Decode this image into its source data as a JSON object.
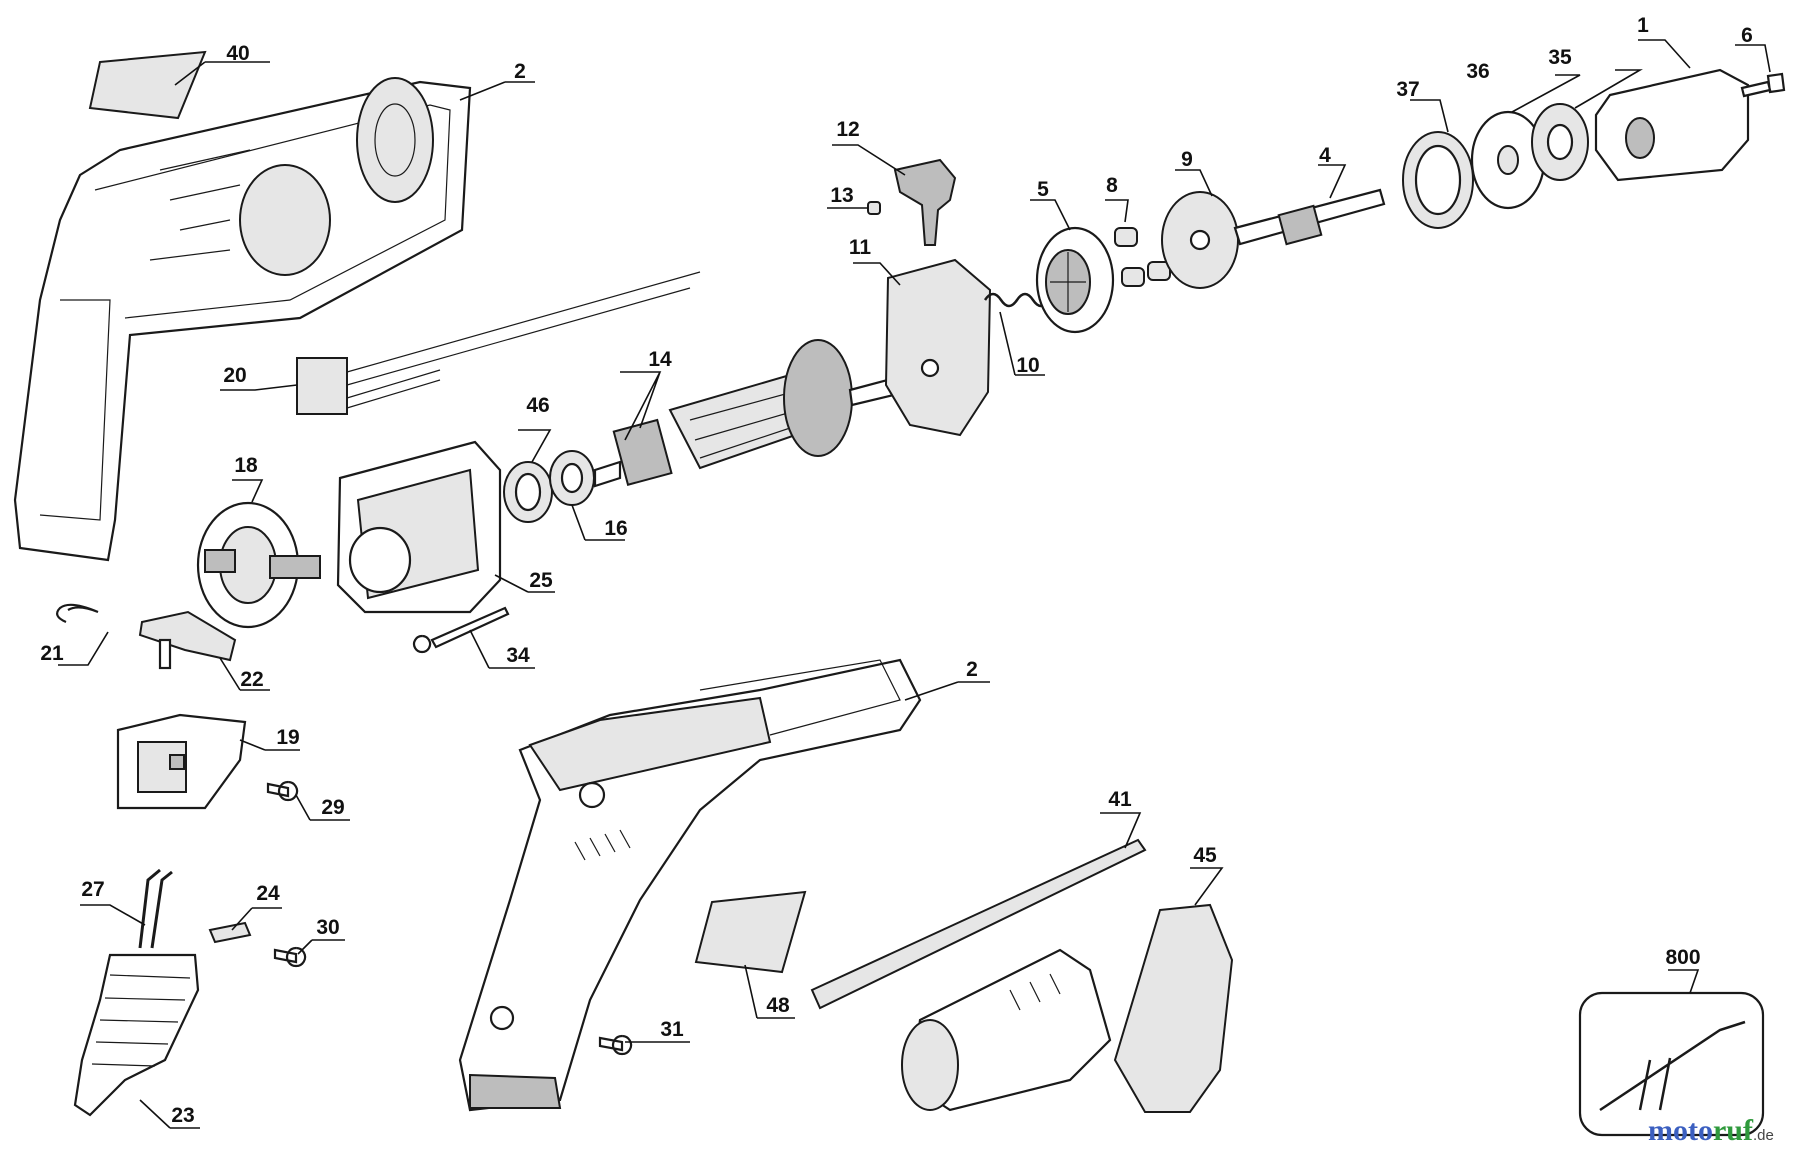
{
  "diagram": {
    "type": "exploded-parts-view",
    "part_labels": [
      "1",
      "2",
      "4",
      "5",
      "6",
      "8",
      "9",
      "10",
      "11",
      "12",
      "13",
      "14",
      "16",
      "18",
      "19",
      "20",
      "21",
      "22",
      "23",
      "24",
      "25",
      "27",
      "29",
      "30",
      "31",
      "34",
      "35",
      "36",
      "37",
      "40",
      "41",
      "45",
      "46",
      "48",
      "800"
    ],
    "housing_label_repeat": "2"
  },
  "watermark": {
    "brand_part1": "moto",
    "brand_part2": "ruf",
    "suffix": ".de",
    "colors": {
      "part1": "#3b5fc0",
      "part2": "#2f9a3c"
    }
  },
  "colors": {
    "ink": "#111111",
    "shade_light": "#e6e6e6",
    "shade_dark": "#bdbdbd"
  }
}
